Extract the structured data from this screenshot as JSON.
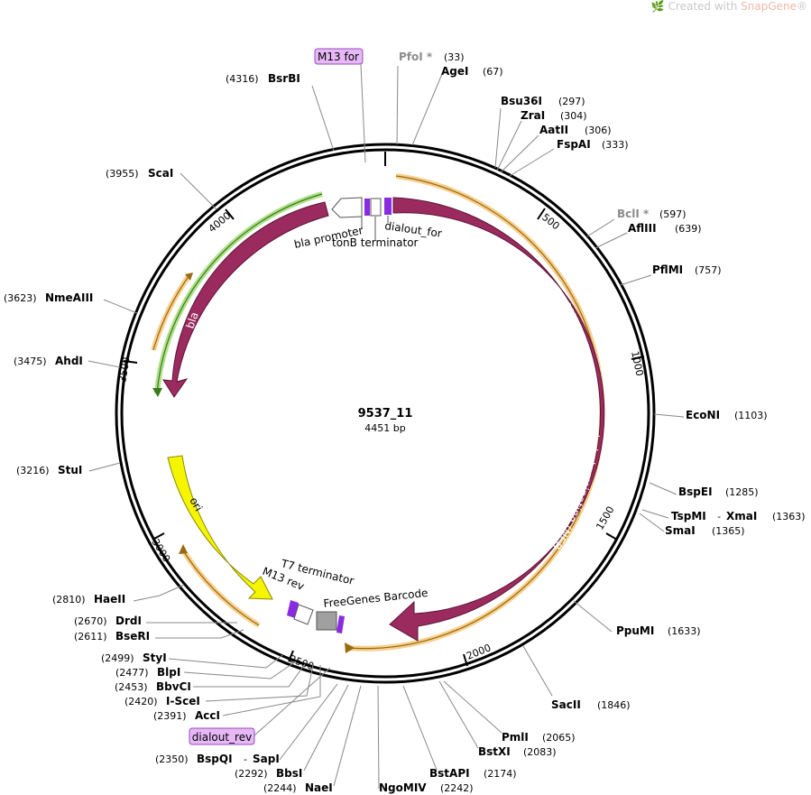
{
  "watermark": {
    "prefix": "Created with ",
    "brand": "SnapGene",
    "mark": "®"
  },
  "plasmid": {
    "name": "9537_11",
    "length_label": "4451 bp",
    "length": 4451
  },
  "scale_ticks": [
    "500",
    "1000",
    "1500",
    "2000",
    "2500",
    "3000",
    "3500",
    "4000"
  ],
  "enzymes_top": [
    {
      "name": "PfoI *",
      "pos": "(33)"
    },
    {
      "name": "AgeI",
      "pos": "(67)"
    },
    {
      "name": "BsrBI",
      "pos": "(4316)"
    },
    {
      "name": "Bsu36I",
      "pos": "(297)"
    },
    {
      "name": "ZraI",
      "pos": "(304)"
    },
    {
      "name": "AatII",
      "pos": "(306)"
    },
    {
      "name": "FspAI",
      "pos": "(333)"
    },
    {
      "name": "ScaI",
      "pos": "(3955)"
    },
    {
      "name": "BclI *",
      "pos": "(597)"
    },
    {
      "name": "AflIII",
      "pos": "(639)"
    },
    {
      "name": "PflMI",
      "pos": "(757)"
    },
    {
      "name": "NmeAIII",
      "pos": "(3623)"
    },
    {
      "name": "AhdI",
      "pos": "(3475)"
    },
    {
      "name": "EcoNI",
      "pos": "(1103)"
    },
    {
      "name": "StuI",
      "pos": "(3216)"
    },
    {
      "name": "BspEI",
      "pos": "(1285)"
    },
    {
      "name": "TspMI",
      "sep": "-",
      "name2": "XmaI",
      "pos": "(1363)"
    },
    {
      "name": "SmaI",
      "pos": "(1365)"
    },
    {
      "name": "HaeII",
      "pos": "(2810)"
    },
    {
      "name": "PpuMI",
      "pos": "(1633)"
    },
    {
      "name": "DrdI",
      "pos": "(2670)"
    },
    {
      "name": "BseRI",
      "pos": "(2611)"
    },
    {
      "name": "StyI",
      "pos": "(2499)"
    },
    {
      "name": "BlpI",
      "pos": "(2477)"
    },
    {
      "name": "BbvCI",
      "pos": "(2453)"
    },
    {
      "name": "I-SceI",
      "pos": "(2420)"
    },
    {
      "name": "AccI",
      "pos": "(2391)"
    },
    {
      "name": "SacII",
      "pos": "(1846)"
    },
    {
      "name": "PmlI",
      "pos": "(2065)"
    },
    {
      "name": "BstXI",
      "pos": "(2083)"
    },
    {
      "name": "BspQI",
      "sep": "-",
      "name2": "SapI",
      "pos": "(2350)"
    },
    {
      "name": "BbsI",
      "pos": "(2292)"
    },
    {
      "name": "BstAPI",
      "pos": "(2174)"
    },
    {
      "name": "NaeI",
      "pos": "(2244)"
    },
    {
      "name": "NgoMIV",
      "pos": "(2242)"
    }
  ],
  "primers": [
    {
      "label": "M13 for"
    },
    {
      "label": "dialout_rev"
    }
  ],
  "features": [
    {
      "label": "9°N-7 DNA Polymerase chain terminating (NEB ~ T"
    },
    {
      "label": "bla"
    },
    {
      "label": "ori"
    },
    {
      "label": "bla promoter"
    },
    {
      "label": "tonB terminator"
    },
    {
      "label": "dialout_for"
    },
    {
      "label": "T7 terminator"
    },
    {
      "label": "M13 rev"
    },
    {
      "label": "FreeGenes Barcode"
    }
  ],
  "colors": {
    "polymerase": "#9b2b5f",
    "bla": "#9b2b5f",
    "ori": "#f5f500",
    "primer": "#e6b8f5",
    "orf_orange": "#f0a830",
    "orf_green": "#7acb3a",
    "small_feature": "#8a2be2",
    "barcode": "#a0a0a0"
  }
}
